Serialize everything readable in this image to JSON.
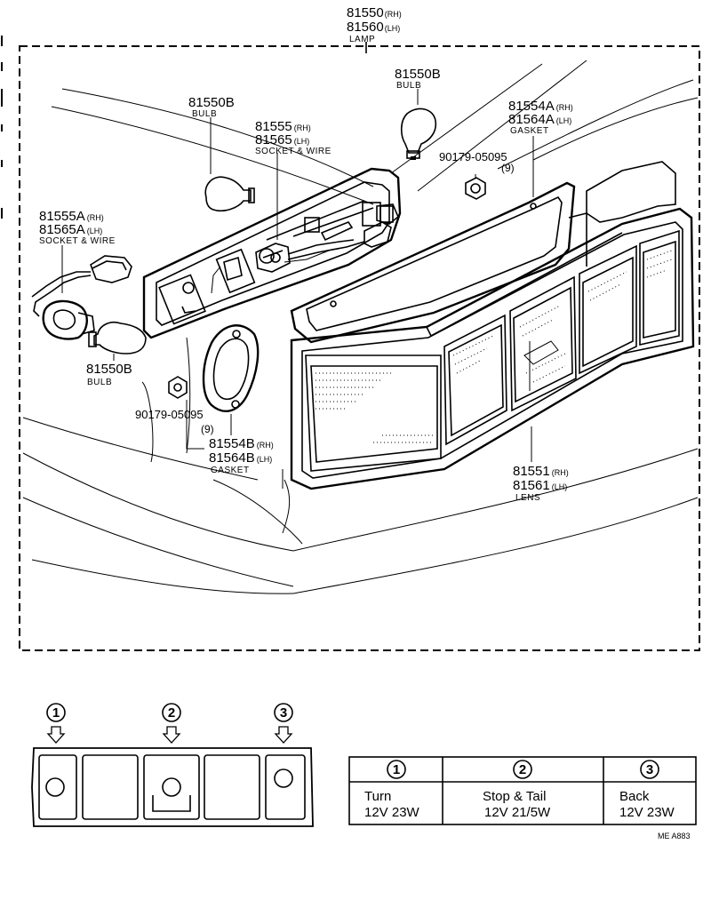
{
  "labels": {
    "lamp": {
      "num1": "81550",
      "sfx1": "(RH)",
      "num2": "81560",
      "sfx2": "(LH)",
      "caption": "LAMP"
    },
    "bulb_top": {
      "num": "81550B",
      "caption": "BULB"
    },
    "bulb_left": {
      "num": "81550B",
      "caption": "BULB"
    },
    "bulb_bottom": {
      "num": "81550B",
      "caption": "BULB"
    },
    "socket_center": {
      "num1": "81555",
      "sfx1": "(RH)",
      "num2": "81565",
      "sfx2": "(LH)",
      "caption": "SOCKET & WIRE"
    },
    "socket_left": {
      "num1": "81555A",
      "sfx1": "(RH)",
      "num2": "81565A",
      "sfx2": "(LH)",
      "caption": "SOCKET & WIRE"
    },
    "gasket_a": {
      "num1": "81554A",
      "sfx1": "(RH)",
      "num2": "81564A",
      "sfx2": "(LH)",
      "caption": "GASKET"
    },
    "gasket_b": {
      "num1": "81554B",
      "sfx1": "(RH)",
      "num2": "81564B",
      "sfx2": "(LH)",
      "caption": "GASKET"
    },
    "nut_top": {
      "num": "90179-05095",
      "qty": "(9)"
    },
    "nut_bottom": {
      "num": "90179-05095",
      "qty": "(9)"
    },
    "lens": {
      "num1": "81551",
      "sfx1": "(RH)",
      "num2": "81561",
      "sfx2": "(LH)",
      "caption": "LENS"
    }
  },
  "positions": {
    "p1": "①",
    "p2": "②",
    "p3": "③"
  },
  "bulb_table": {
    "headers": [
      "①",
      "②",
      "③"
    ],
    "rows": [
      {
        "name": "Turn",
        "spec": "12V 23W"
      },
      {
        "name": "Stop & Tail",
        "spec": "12V 21/5W"
      },
      {
        "name": "Back",
        "spec": "12V 23W"
      }
    ]
  },
  "footer_code": "ME  A883"
}
